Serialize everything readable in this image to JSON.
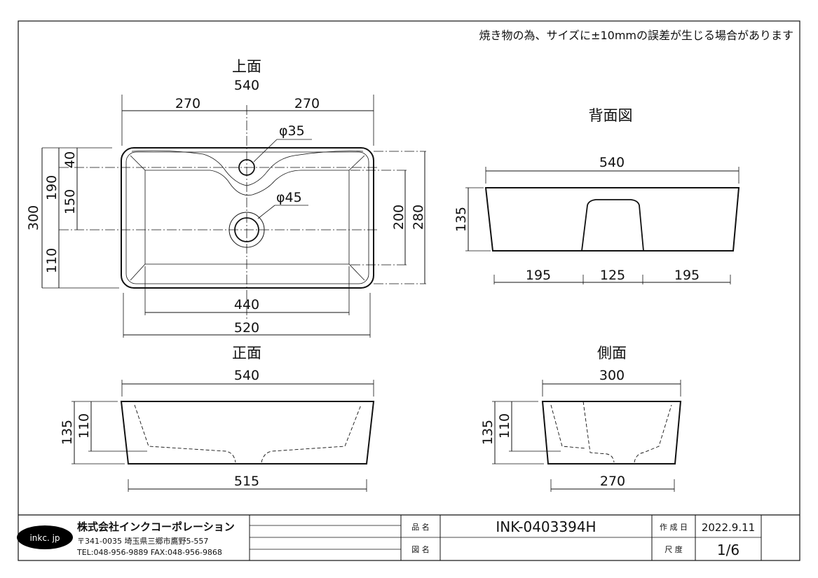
{
  "note": "焼き物の為、サイズに±10mmの誤差が生じる場合があります",
  "views": {
    "top": {
      "title": "上面",
      "w540": "540",
      "w270a": "270",
      "w270b": "270",
      "d35": "φ35",
      "d45": "φ45",
      "h300": "300",
      "h190": "190",
      "h40": "40",
      "h150": "150",
      "h110": "110",
      "h200": "200",
      "h280": "280",
      "w440": "440",
      "w520": "520"
    },
    "back": {
      "title": "背面図",
      "w540": "540",
      "h135": "135",
      "w195a": "195",
      "w125": "125",
      "w195b": "195"
    },
    "front": {
      "title": "正面",
      "w540": "540",
      "h135": "135",
      "h110": "110",
      "w515": "515"
    },
    "side": {
      "title": "側面",
      "w300": "300",
      "h135": "135",
      "h110": "110",
      "w270": "270"
    }
  },
  "title_block": {
    "logo": "inkc. jp",
    "company": "株式会社インクコーポレーション",
    "address": "〒341-0035 埼玉県三郷市鷹野5-557",
    "contact": "TEL:048-956-9889 FAX:048-956-9868",
    "product_label": "品 名",
    "product_value": "INK-0403394H",
    "drawing_label": "図 名",
    "drawing_value": "",
    "date_label": "作 成 日",
    "date_value": "2022.9.11",
    "scale_label": "尺 度",
    "scale_value": "1/6"
  }
}
